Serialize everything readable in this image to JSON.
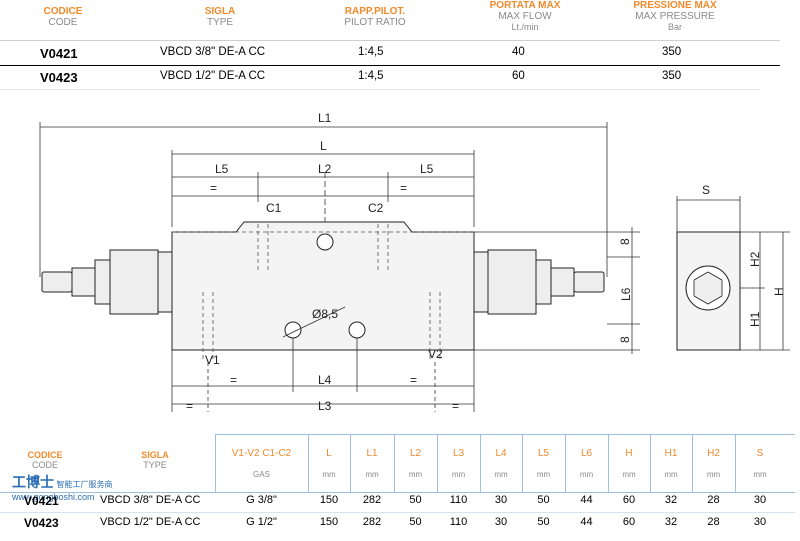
{
  "top_table": {
    "headers": [
      {
        "it": "CODICE",
        "en": "CODE"
      },
      {
        "it": "SIGLA",
        "en": "TYPE"
      },
      {
        "it": "RAPP.PILOT.",
        "en": "PILOT RATIO"
      },
      {
        "it": "PORTATA MAX",
        "en": "MAX FLOW",
        "unit": "Lt./min"
      },
      {
        "it": "PRESSIONE MAX",
        "en": "MAX PRESSURE",
        "unit": "Bar"
      }
    ],
    "rows": [
      {
        "code": "V0421",
        "type": "VBCD 3/8\" DE-A CC",
        "ratio": "1:4,5",
        "flow": "40",
        "pressure": "350"
      },
      {
        "code": "V0423",
        "type": "VBCD 1/2\" DE-A CC",
        "ratio": "1:4,5",
        "flow": "60",
        "pressure": "350"
      }
    ]
  },
  "drawing": {
    "labels": {
      "L1": "L1",
      "L": "L",
      "L5a": "L5",
      "L2": "L2",
      "L5b": "L5",
      "eq1": "=",
      "eq2": "=",
      "C1": "C1",
      "C2": "C2",
      "diam": "Ø8,5",
      "V1": "V1",
      "V2": "V2",
      "eq3": "=",
      "L4": "L4",
      "eq4": "=",
      "eq5": "=",
      "L3": "L3",
      "eq6": "=",
      "dim8a": "8",
      "L6": "L6",
      "dim8b": "8",
      "S": "S",
      "H2": "H2",
      "H1": "H1",
      "H": "H"
    }
  },
  "bottom_table": {
    "header_code": {
      "it": "CODICE",
      "en": "CODE"
    },
    "header_type": {
      "it": "SIGLA",
      "en": "TYPE"
    },
    "columns": [
      "V1-V2  C1-C2",
      "L",
      "L1",
      "L2",
      "L3",
      "L4",
      "L5",
      "L6",
      "H",
      "H1",
      "H2",
      "S"
    ],
    "units": [
      "GAS",
      "mm",
      "mm",
      "mm",
      "mm",
      "mm",
      "mm",
      "mm",
      "mm",
      "mm",
      "mm",
      "mm"
    ],
    "rows": [
      {
        "code": "V0421",
        "type": "VBCD 3/8\" DE-A CC",
        "values": [
          "G 3/8\"",
          "150",
          "282",
          "50",
          "110",
          "30",
          "50",
          "44",
          "60",
          "32",
          "28",
          "30"
        ]
      },
      {
        "code": "V0423",
        "type": "VBCD 1/2\" DE-A CC",
        "values": [
          "G 1/2\"",
          "150",
          "282",
          "50",
          "110",
          "30",
          "50",
          "44",
          "60",
          "32",
          "28",
          "30"
        ]
      }
    ]
  },
  "watermark": {
    "title": "工博士",
    "subtitle": "智能工厂服务商",
    "url": "www.gongboshi.com"
  }
}
